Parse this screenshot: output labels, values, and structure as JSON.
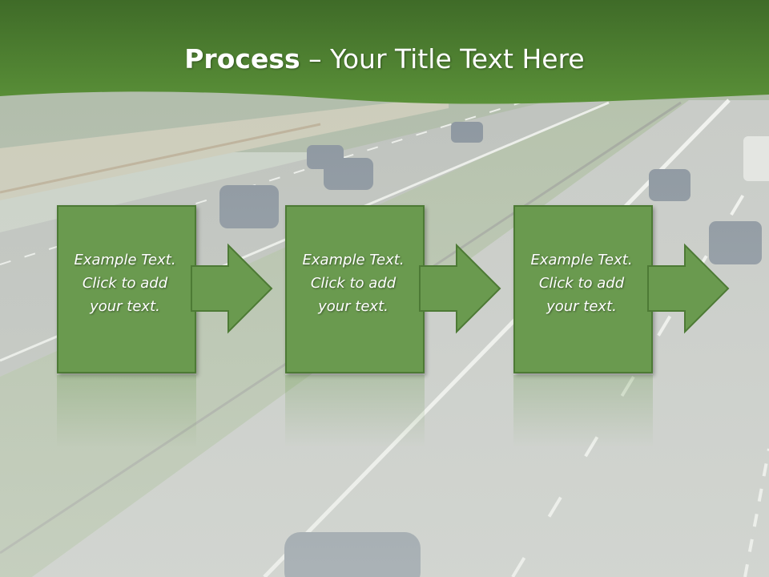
{
  "title": {
    "bold": "Process",
    "rest": " – Your Title Text Here"
  },
  "steps": [
    {
      "line1": "Example Text.",
      "line2": "Click  to add",
      "line3": "your text."
    },
    {
      "line1": "Example Text.",
      "line2": "Click  to add",
      "line3": "your text."
    },
    {
      "line1": "Example Text.",
      "line2": "Click  to add",
      "line3": "your text."
    }
  ],
  "colors": {
    "header": "#4f8234",
    "box_fill": "#6a9a4f",
    "box_border": "#4d7a35",
    "text": "#ffffff"
  },
  "background": "highway-photo"
}
